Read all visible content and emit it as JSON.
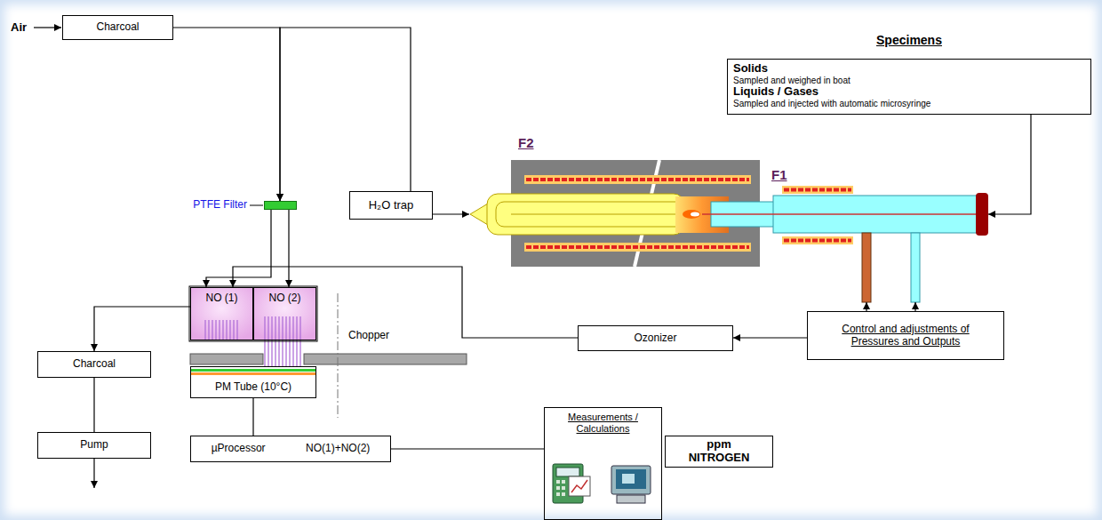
{
  "diagram": {
    "nodes": [
      {
        "text": [
          "Charcoal"
        ]
      },
      {
        "text": [
          "Specimens",
          "Solids",
          "Sampled and weighed in boat",
          "Liquids / Gases",
          "Sampled and injected with automatic microsyringe"
        ]
      },
      {
        "text": [
          "PTFE Filter"
        ]
      },
      {
        "text": [
          "H₂O trap"
        ]
      },
      {
        "text": [
          "F2",
          "F1"
        ]
      },
      {
        "text": [
          "NO (1)"
        ]
      },
      {
        "text": [
          "NO (2)"
        ]
      },
      {
        "text": [
          "Charcoal"
        ]
      },
      {
        "text": [
          "PM Tube (10°C)"
        ]
      },
      {
        "text": [
          "Ozonizer"
        ]
      },
      {
        "text": [
          "Control and adjustments of Pressures and Outputs"
        ]
      },
      {
        "text": [
          "Pump"
        ]
      },
      {
        "text": [
          "µProcessor",
          "NO(1)+NO(2)"
        ]
      },
      {
        "text": [
          "Measurements / Calculations"
        ]
      },
      {
        "text": [
          "ppm NITROGEN"
        ]
      }
    ],
    "edges": [
      {
        "from": 0,
        "to": 2,
        "arrow": "to"
      },
      {
        "from": 3,
        "to": 2,
        "arrow": "to"
      },
      {
        "from": 3,
        "to": 4,
        "arrow": "to"
      },
      {
        "from": 2,
        "to": 5,
        "arrow": "to"
      },
      {
        "from": 2,
        "to": 6,
        "arrow": "to"
      },
      {
        "from": 9,
        "to": 5,
        "arrow": "to"
      },
      {
        "from": 5,
        "to": 7,
        "arrow": "to"
      },
      {
        "from": 7,
        "to": 11,
        "arrow": "none"
      },
      {
        "from": 8,
        "to": 12,
        "arrow": "none"
      },
      {
        "from": 12,
        "to": 13,
        "arrow": "none"
      },
      {
        "from": 10,
        "to": 9,
        "arrow": "to"
      },
      {
        "from": 10,
        "to": 4,
        "arrow": "to"
      },
      {
        "from": 10,
        "to": 4,
        "arrow": "to"
      },
      {
        "from": 1,
        "to": 4,
        "arrow": "to"
      }
    ],
    "labels": [
      "Air",
      "Chopper"
    ]
  }
}
